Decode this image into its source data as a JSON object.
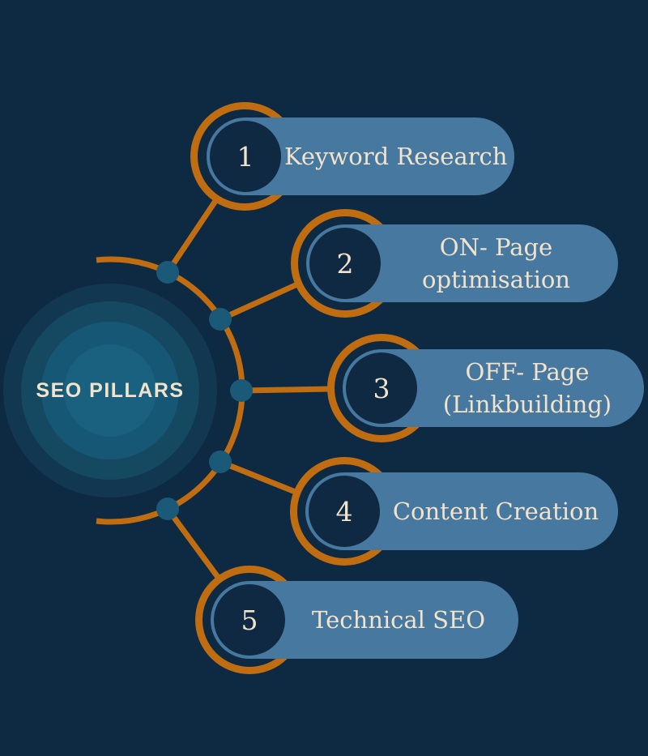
{
  "title": "SEO PILLARS",
  "pillars": [
    {
      "number": "1",
      "label": "Keyword Research",
      "lines": [
        "Keyword Research"
      ]
    },
    {
      "number": "2",
      "label": "ON- Page optimisation",
      "lines": [
        "ON- Page",
        "optimisation"
      ]
    },
    {
      "number": "3",
      "label": "OFF- Page (Linkbuilding)",
      "lines": [
        "OFF- Page",
        "(Linkbuilding)"
      ]
    },
    {
      "number": "4",
      "label": "Content Creation",
      "lines": [
        "Content Creation"
      ]
    },
    {
      "number": "5",
      "label": "Technical SEO",
      "lines": [
        "Technical SEO"
      ]
    }
  ],
  "colors": {
    "background": "#0e2942",
    "hub_ring_outer": "#113751",
    "hub_ring_mid": "#154962",
    "hub_ring_inner": "#175776",
    "hub_core": "#19617f",
    "accent_orange": "#c06c10",
    "pill_blue": "#47789f",
    "node_dot_teal": "#1b5978",
    "number_circle_navy": "#0f2943",
    "text_cream": "#f2e3cc"
  }
}
